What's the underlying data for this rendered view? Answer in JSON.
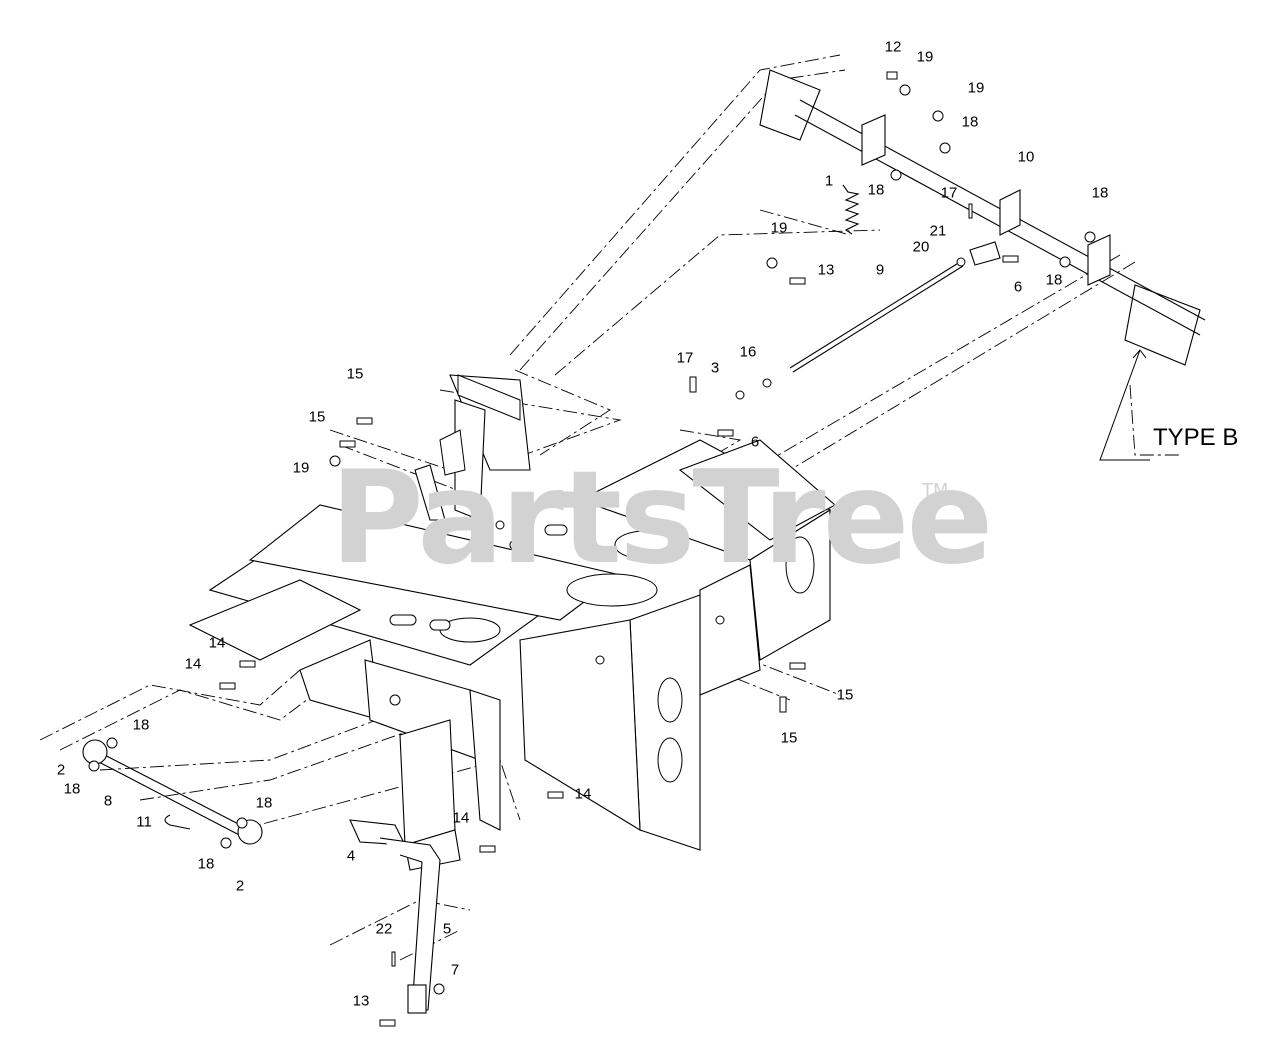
{
  "watermark": {
    "text": "PartsTree",
    "trademark": "TM"
  },
  "type_label": "TYPE B",
  "callouts": [
    "12",
    "19",
    "19",
    "18",
    "10",
    "1",
    "18",
    "17",
    "19",
    "13",
    "21",
    "20",
    "9",
    "6",
    "18",
    "18",
    "17",
    "3",
    "16",
    "6",
    "15",
    "15",
    "19",
    "14",
    "14",
    "18",
    "2",
    "18",
    "8",
    "11",
    "18",
    "18",
    "2",
    "14",
    "14",
    "15",
    "15",
    "4",
    "5",
    "22",
    "7",
    "13"
  ]
}
